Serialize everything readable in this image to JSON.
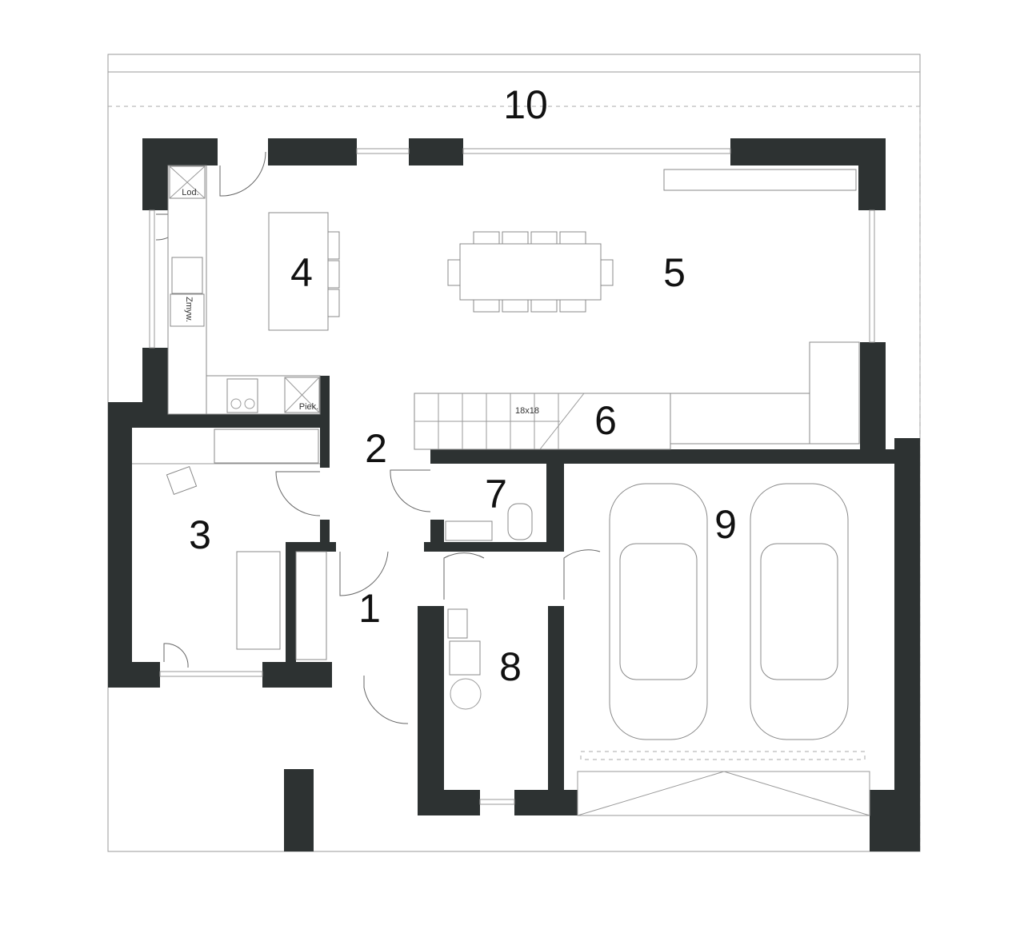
{
  "rooms": {
    "r1": "1",
    "r2": "2",
    "r3": "3",
    "r4": "4",
    "r5": "5",
    "r6": "6",
    "r7": "7",
    "r8": "8",
    "r9": "9",
    "r10": "10"
  },
  "annotations": {
    "fridge": "Lod.",
    "dishwasher": "Zmyw.",
    "oven": "Piek.",
    "stairs": "18x18"
  },
  "colors": {
    "wall": "#2d3232"
  }
}
